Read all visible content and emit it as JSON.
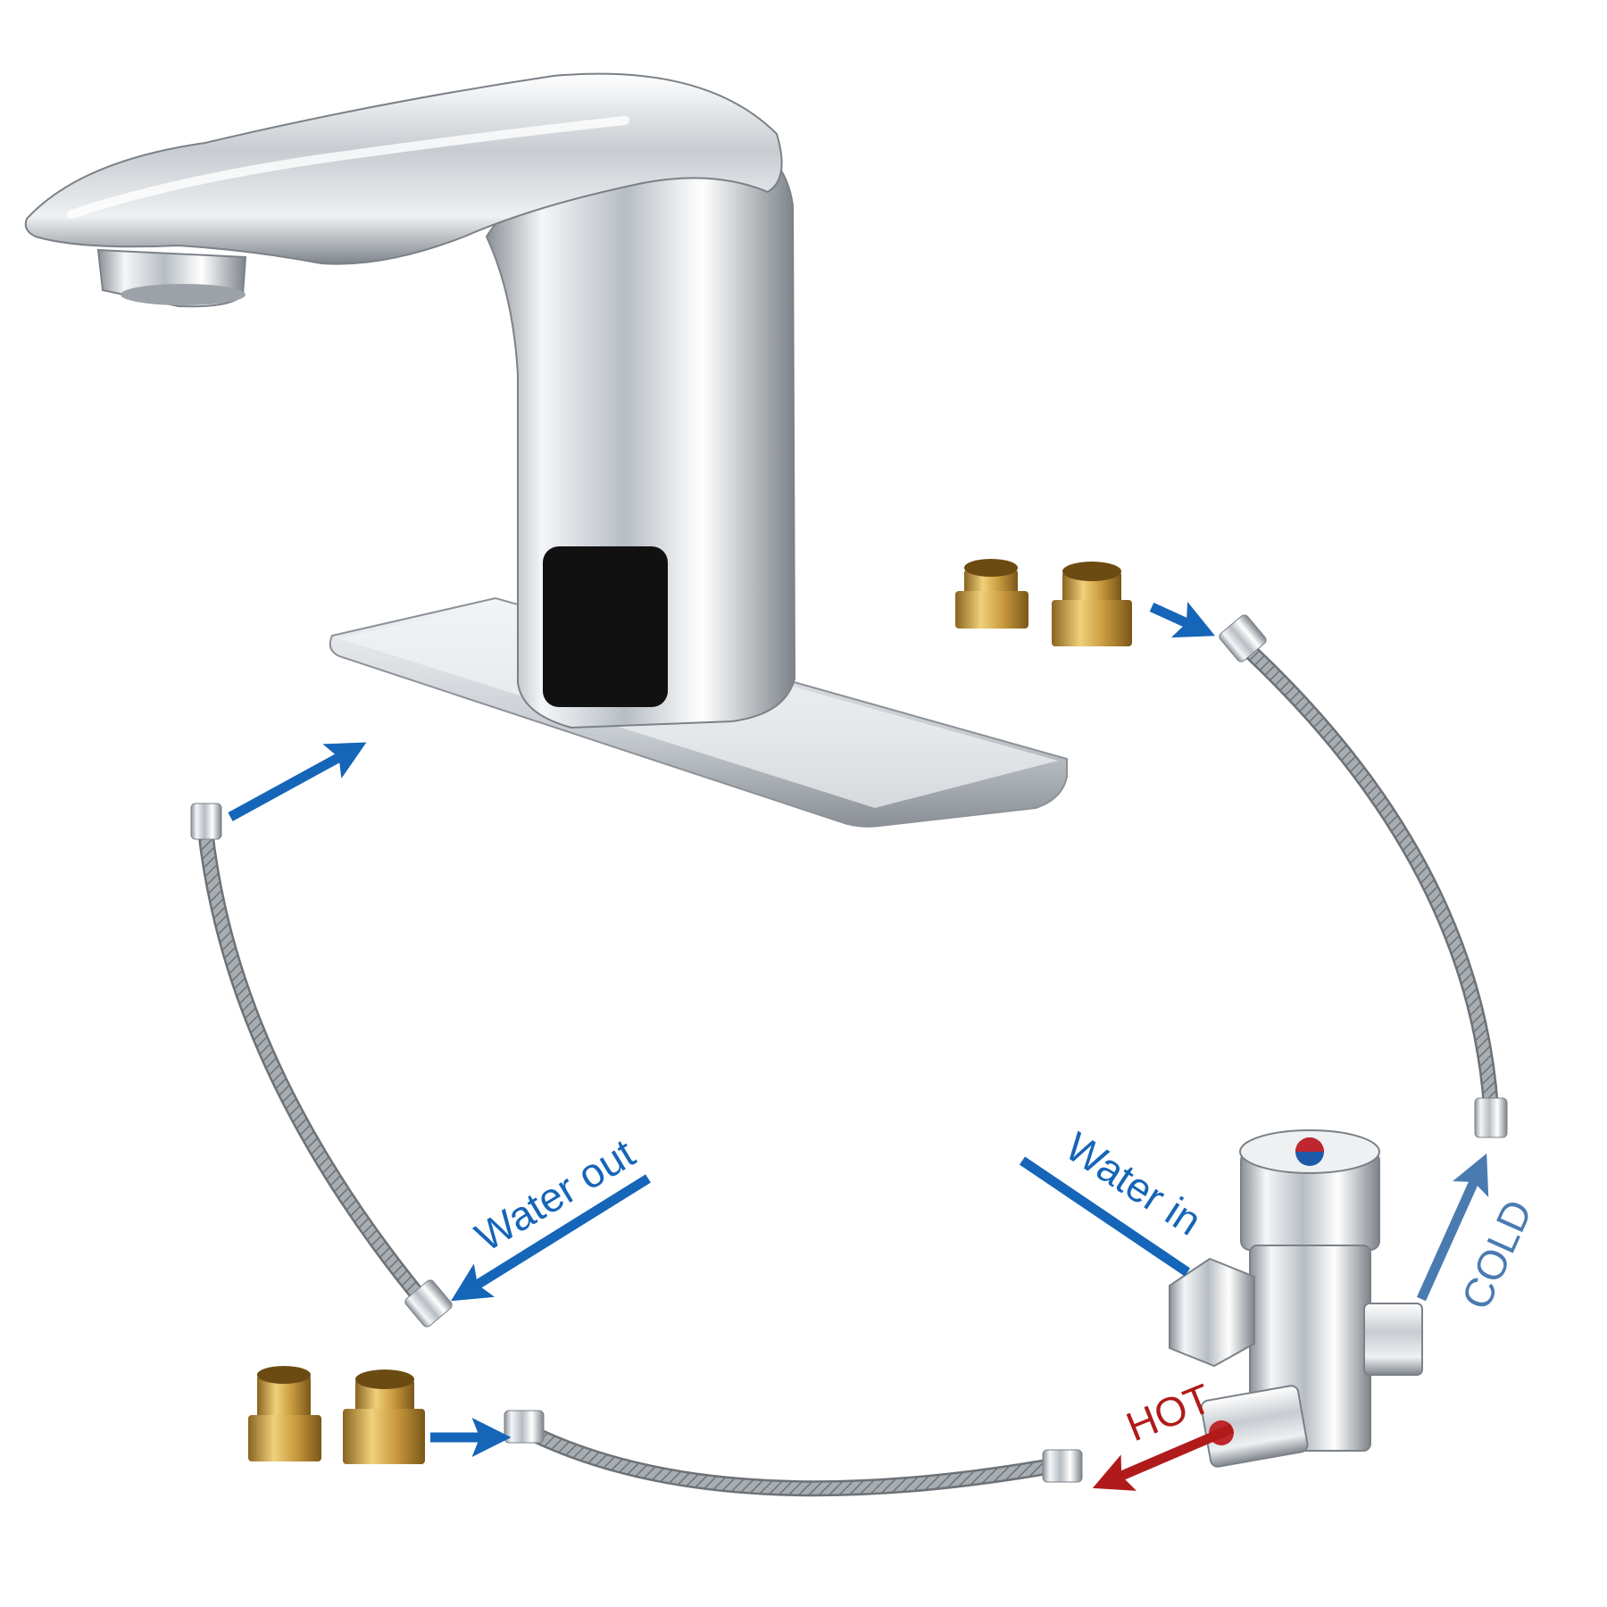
{
  "labels": {
    "water_out": "Water out",
    "water_in": "Water in",
    "cold": "COLD",
    "hot": "HOT"
  },
  "colors": {
    "background": "#ffffff",
    "arrow_blue": "#1565b8",
    "cold_blue": "#4a7bb0",
    "hot_red": "#b01a1a",
    "chrome": "#c9ced3",
    "brass": "#c9a04a",
    "sensor": "#111111"
  },
  "components": [
    {
      "name": "faucet",
      "icon": "faucet-icon"
    },
    {
      "name": "deck-plate",
      "icon": "deck-plate-icon"
    },
    {
      "name": "mixing-valve",
      "icon": "mixing-valve-icon"
    },
    {
      "name": "brass-adapters",
      "icon": "brass-fitting-icon"
    },
    {
      "name": "braided-hoses",
      "icon": "braided-hose-icon"
    }
  ]
}
